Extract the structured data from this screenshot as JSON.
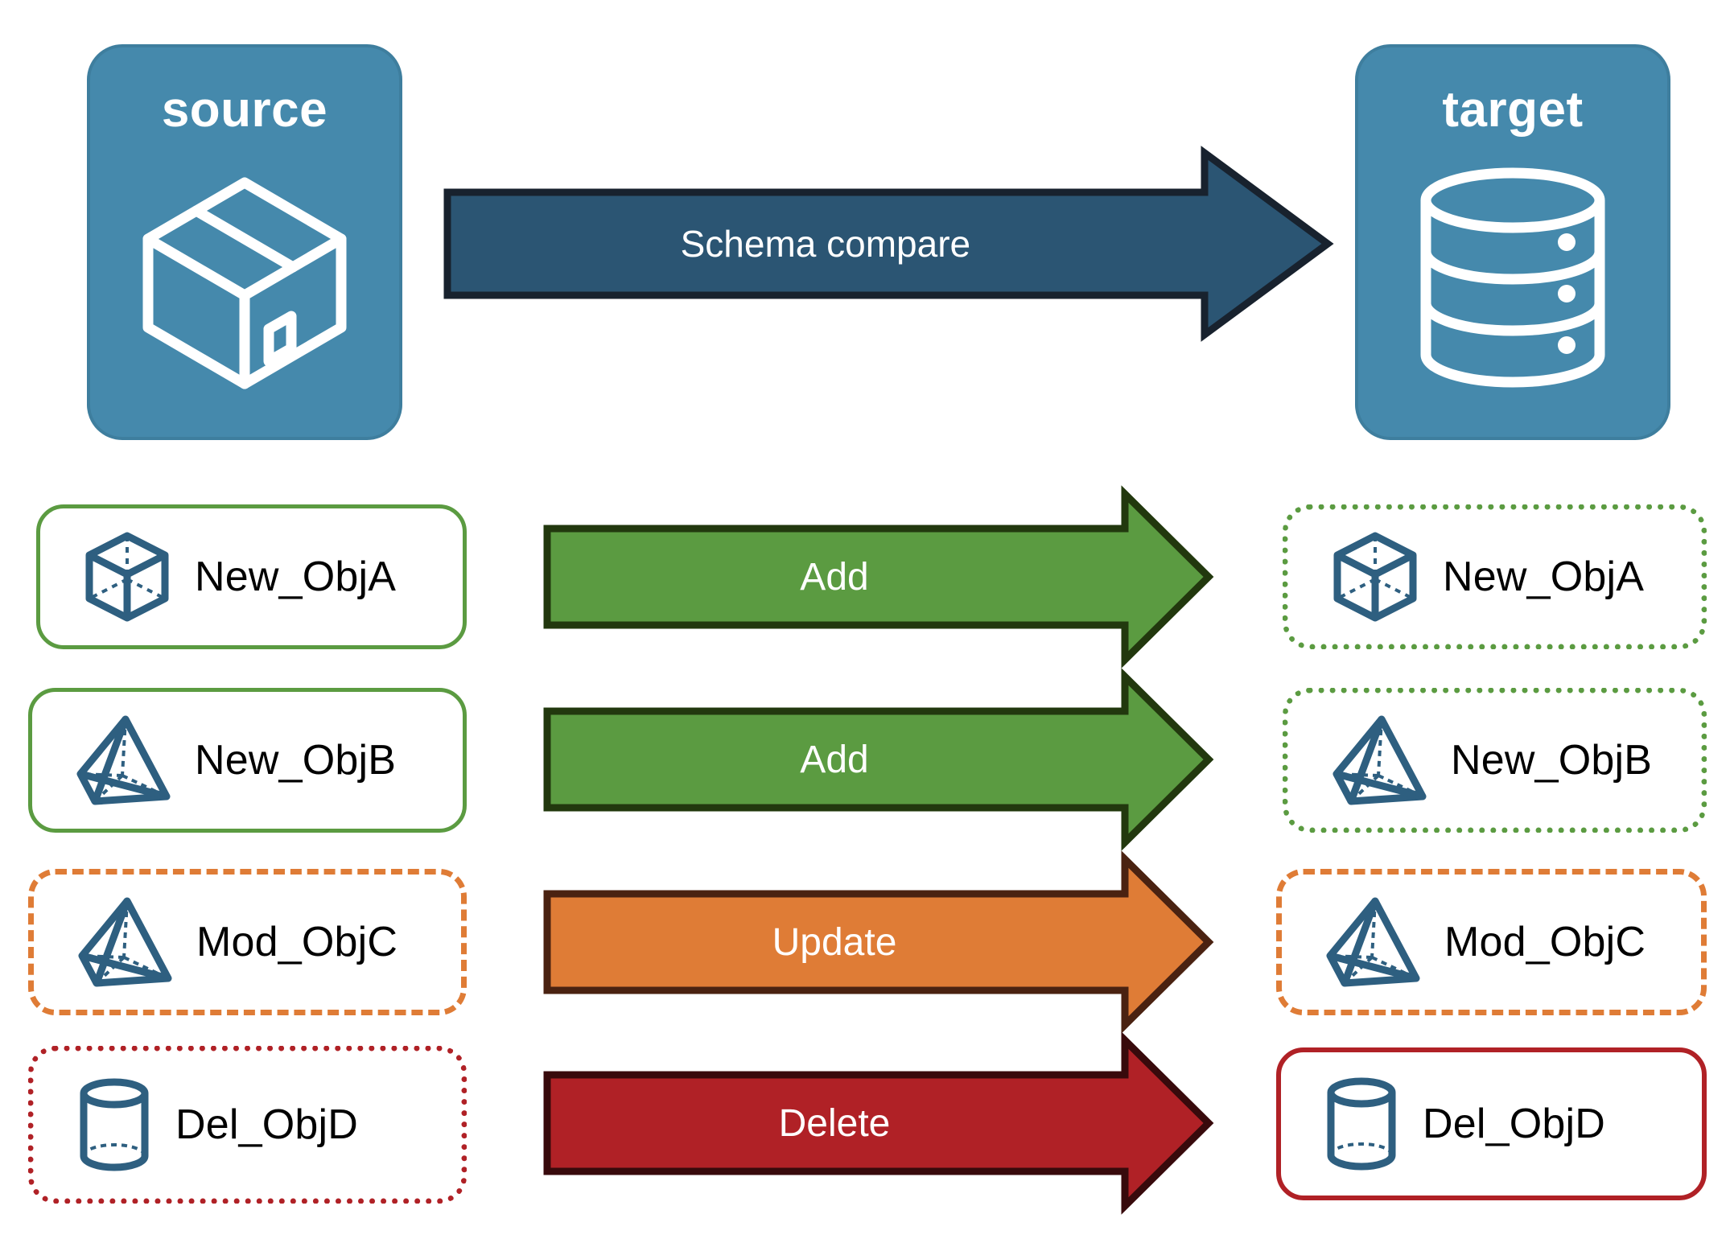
{
  "diagram": {
    "title_source": "source",
    "title_target": "target",
    "compare_arrow_label": "Schema compare",
    "colors": {
      "endpoint_fill": "#4589AC",
      "endpoint_border": "#3E7E9E",
      "compare_arrow_fill": "#2B5573",
      "compare_arrow_border": "#18222E",
      "icon_blue": "#2E5F80",
      "add_fill": "#5B9B41",
      "add_border": "#22380E",
      "update_fill": "#DF7C36",
      "update_border": "#4A2211",
      "delete_fill": "#B02126",
      "delete_border": "#380A0C",
      "text_white": "#FFFFFF",
      "text_black": "#000000"
    },
    "endpoints": [
      {
        "name": "source",
        "icon": "box-3d-icon"
      },
      {
        "name": "target",
        "icon": "database-cylinder-icon"
      }
    ],
    "rows": [
      {
        "action": "Add",
        "source_label": "New_ObjA",
        "target_label": "New_ObjA",
        "icon": "wireframe-cube-icon",
        "source_border_style": "solid",
        "source_border_color": "#5B9B41",
        "target_border_style": "dotted",
        "target_border_color": "#5B9B41",
        "arrow_fill": "#5B9B41",
        "arrow_border": "#22380E"
      },
      {
        "action": "Add",
        "source_label": "New_ObjB",
        "target_label": "New_ObjB",
        "icon": "wireframe-pyramid-icon",
        "source_border_style": "solid",
        "source_border_color": "#5B9B41",
        "target_border_style": "dotted",
        "target_border_color": "#5B9B41",
        "arrow_fill": "#5B9B41",
        "arrow_border": "#22380E"
      },
      {
        "action": "Update",
        "source_label": "Mod_ObjC",
        "target_label": "Mod_ObjC",
        "icon": "wireframe-pyramid-icon",
        "source_border_style": "dashed",
        "source_border_color": "#DF7C36",
        "target_border_style": "dashed",
        "target_border_color": "#DF7C36",
        "arrow_fill": "#DF7C36",
        "arrow_border": "#4A2211"
      },
      {
        "action": "Delete",
        "source_label": "Del_ObjD",
        "target_label": "Del_ObjD",
        "icon": "wireframe-cylinder-icon",
        "source_border_style": "dotted",
        "source_border_color": "#B02126",
        "target_border_style": "solid",
        "target_border_color": "#B02126",
        "arrow_fill": "#B02126",
        "arrow_border": "#380A0C"
      }
    ]
  }
}
